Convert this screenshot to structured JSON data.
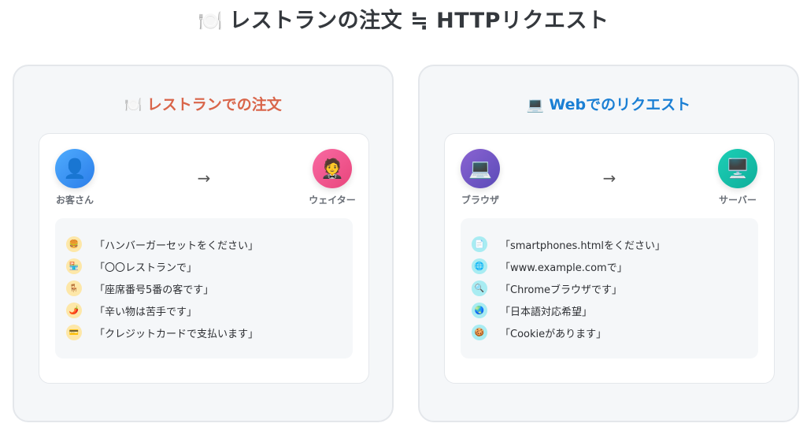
{
  "title": {
    "icon": "plate-cutlery-icon",
    "glyph": "🍽️",
    "text": "レストランの注文 ≒ HTTPリクエスト"
  },
  "panels": [
    {
      "heading": {
        "glyph": "🍽️",
        "text": "レストランでの注文",
        "color": "#d9654a"
      },
      "sender": {
        "label": "お客さん",
        "glyph": "👤",
        "icon": "customer-icon",
        "gradient": [
          "#4facfe",
          "#2b7de9"
        ]
      },
      "receiver": {
        "label": "ウェイター",
        "glyph": "🤵",
        "icon": "waiter-icon",
        "gradient": [
          "#f86aa2",
          "#e9457c"
        ]
      },
      "arrow": "→",
      "icon_bg": "#fde7a8",
      "messages": [
        {
          "glyph": "🍔",
          "icon": "burger-icon",
          "text": "「ハンバーガーセットをください」"
        },
        {
          "glyph": "🏪",
          "icon": "store-icon",
          "text": "「〇〇レストランで」"
        },
        {
          "glyph": "🪑",
          "icon": "chair-icon",
          "text": "「座席番号5番の客です」"
        },
        {
          "glyph": "🌶️",
          "icon": "chili-pepper-icon",
          "text": "「辛い物は苦手です」"
        },
        {
          "glyph": "💳",
          "icon": "credit-card-icon",
          "text": "「クレジットカードで支払います」"
        }
      ]
    },
    {
      "heading": {
        "glyph": "💻",
        "text": "Webでのリクエスト",
        "color": "#1a7fd4"
      },
      "sender": {
        "label": "ブラウザ",
        "glyph": "💻",
        "icon": "laptop-icon",
        "gradient": [
          "#8a63d2",
          "#5b4bb8"
        ]
      },
      "receiver": {
        "label": "サーバー",
        "glyph": "🖥️",
        "icon": "server-desktop-icon",
        "gradient": [
          "#1ccfb6",
          "#0fae9a"
        ]
      },
      "arrow": "→",
      "icon_bg": "#a8ecf2",
      "messages": [
        {
          "glyph": "📄",
          "icon": "document-icon",
          "text": "「smartphones.htmlをください」"
        },
        {
          "glyph": "🌐",
          "icon": "globe-icon",
          "text": "「www.example.comで」"
        },
        {
          "glyph": "🔍",
          "icon": "browser-search-icon",
          "text": "「Chromeブラウザです」"
        },
        {
          "glyph": "🌏",
          "icon": "world-icon",
          "text": "「日本語対応希望」"
        },
        {
          "glyph": "🍪",
          "icon": "cookie-icon",
          "text": "「Cookieがあります」"
        }
      ]
    }
  ]
}
